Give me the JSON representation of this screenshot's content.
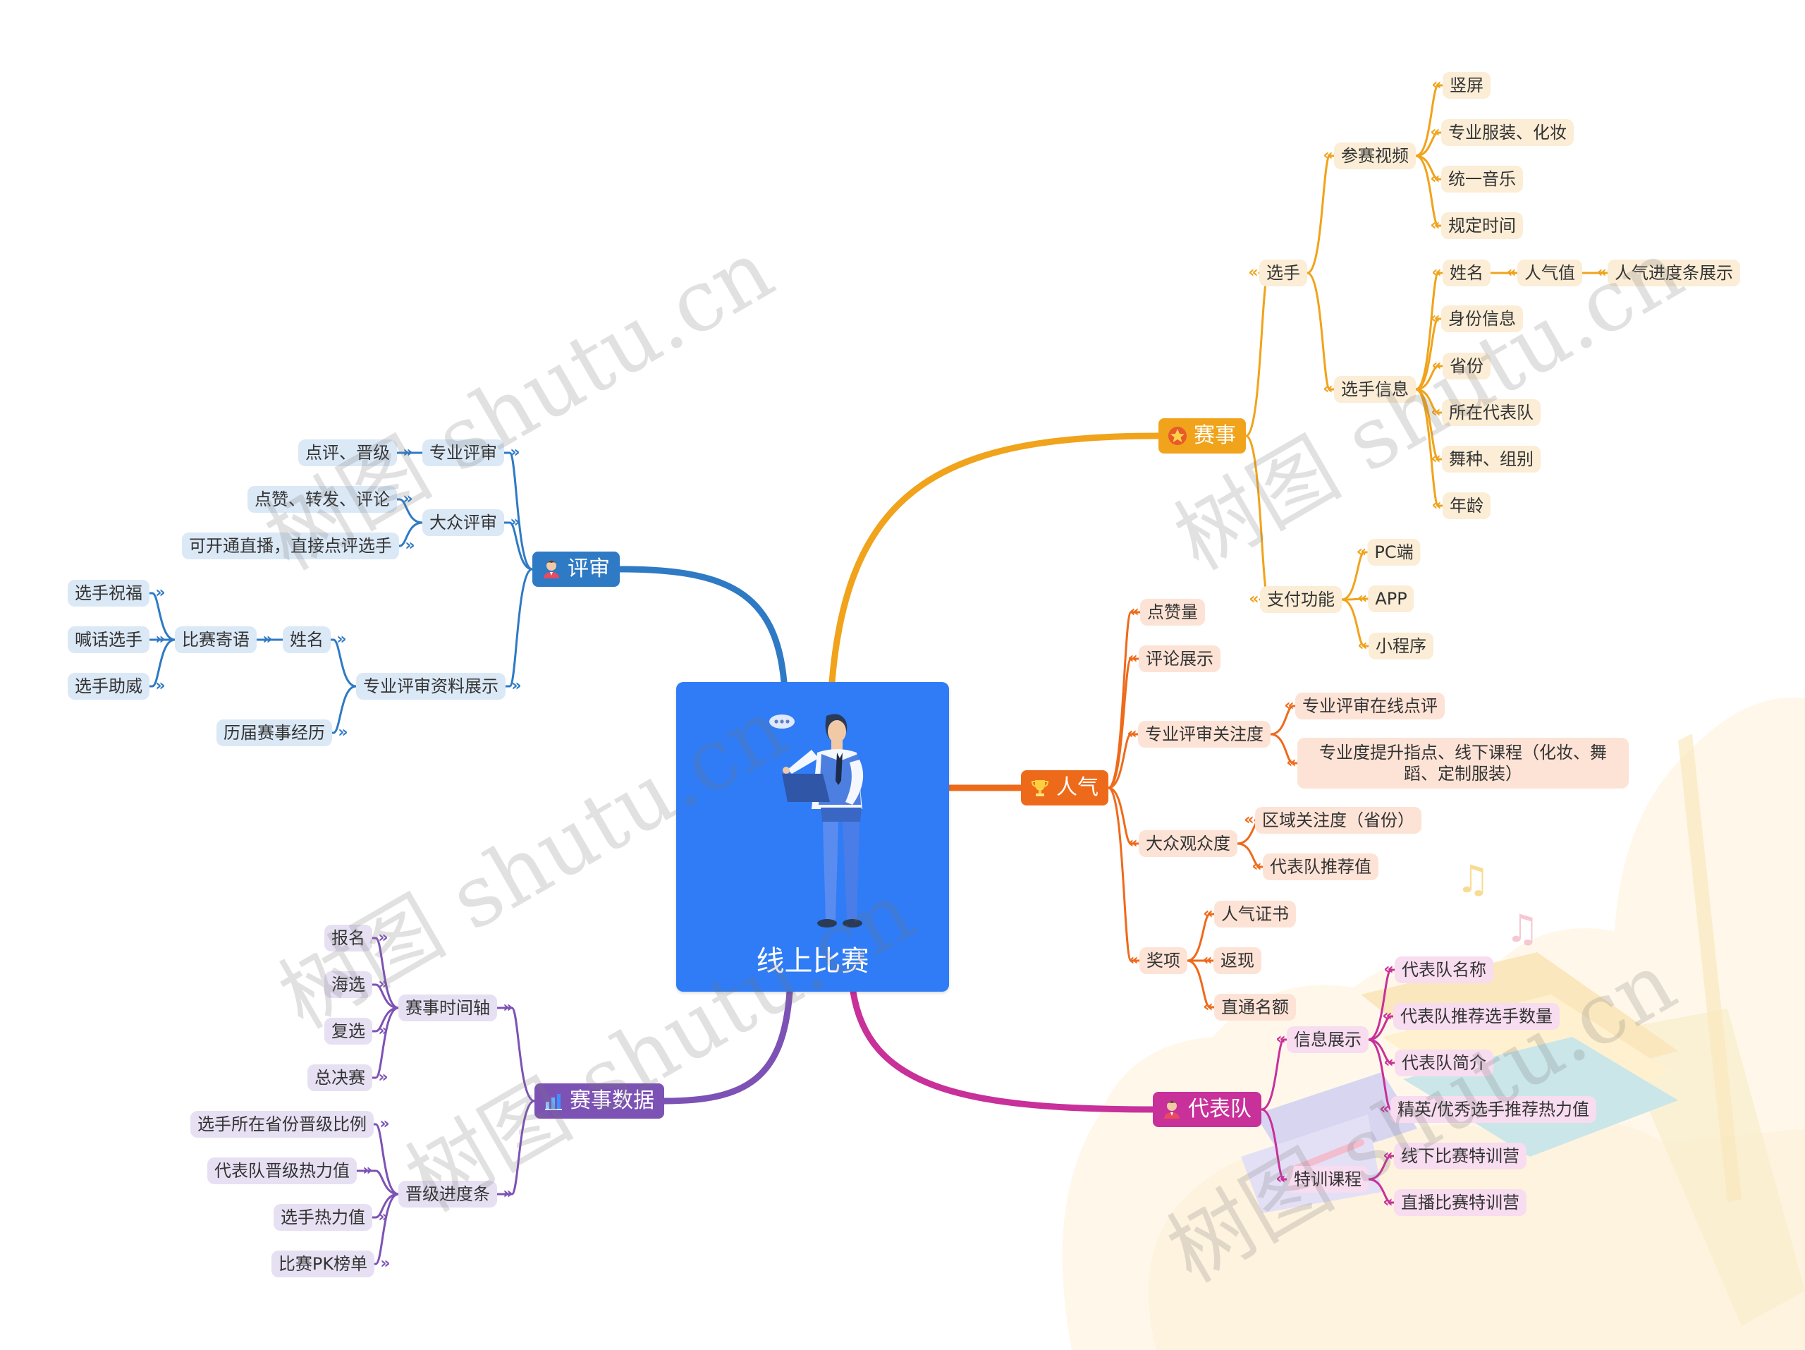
{
  "root": {
    "title": "线上比赛"
  },
  "colors": {
    "saishi": "#f0a31b",
    "renqi": "#ee6a1b",
    "pingshen": "#2f7ac4",
    "daibiaodui": "#c8309a",
    "shuju": "#7d52b5",
    "saishi_leaf": "#fbedd6",
    "renqi_leaf": "#fde3d6",
    "pingshen_leaf": "#dbe8f6",
    "daibiaodui_leaf": "#f8dcf0",
    "shuju_leaf": "#e7e0f3"
  },
  "branches": {
    "saishi": {
      "label": "赛事",
      "icon": "star-icon"
    },
    "renqi": {
      "label": "人气",
      "icon": "trophy-icon"
    },
    "pingshen": {
      "label": "评审",
      "icon": "person-icon"
    },
    "daibiaodui": {
      "label": "代表队",
      "icon": "person-icon"
    },
    "shuju": {
      "label": "赛事数据",
      "icon": "bar-chart-icon"
    }
  },
  "nodes": {
    "xuanshou": "选手",
    "cansai_shipin": "参赛视频",
    "shuping": "竖屏",
    "fuzhuang": "专业服装、化妆",
    "yinyue": "统一音乐",
    "shijian": "规定时间",
    "xuanshou_xinxi": "选手信息",
    "xingming": "姓名",
    "renqizhi": "人气值",
    "jindutiao": "人气进度条展示",
    "shenfen": "身份信息",
    "shengfen": "省份",
    "daibiaodui_suo": "所在代表队",
    "wuzhong": "舞种、组别",
    "nianling": "年龄",
    "zhifu": "支付功能",
    "pc": "PC端",
    "app": "APP",
    "xiaochengxu": "小程序",
    "dianzan": "点赞量",
    "pinglun": "评论展示",
    "zhuanye_guanzhu": "专业评审关注度",
    "zaixian_dianping": "专业评审在线点评",
    "tisheng": "专业度提升指点、线下课程（化妆、舞蹈、定制服装）",
    "dazhong_guanzhong": "大众观众度",
    "quyu": "区域关注度（省份）",
    "tuijianzhi": "代表队推荐值",
    "jiangxiang": "奖项",
    "zhengshu": "人气证书",
    "fanxian": "返现",
    "zhitong": "直通名额",
    "zhuanye_pingshen": "专业评审",
    "dianping_jinji": "点评、晋级",
    "dazhong_pingshen": "大众评审",
    "dianzan_zhuanfa": "点赞、转发、评论",
    "zhibo": "可开通直播，直接点评选手",
    "ziliao": "专业评审资料展示",
    "xingming2": "姓名",
    "jiyu": "比赛寄语",
    "zhufu": "选手祝福",
    "hanhua": "喊话选手",
    "zhuwei": "选手助威",
    "jingli": "历届赛事经历",
    "xinxi_zhanshi": "信息展示",
    "dbd_mingcheng": "代表队名称",
    "dbd_tuijian_shu": "代表队推荐选手数量",
    "dbd_jianjie": "代表队简介",
    "jingying": "精英/优秀选手推荐热力值",
    "texun": "特训课程",
    "xianxia_texun": "线下比赛特训营",
    "zhibo_texun": "直播比赛特训营",
    "shijianzhou": "赛事时间轴",
    "baoming": "报名",
    "haixuan": "海选",
    "fuxuan": "复选",
    "zongjuesai": "总决赛",
    "jinji_tiao": "晋级进度条",
    "bili": "选手所在省份晋级比例",
    "rezhi": "代表队晋级热力值",
    "xuanshou_re": "选手热力值",
    "pk": "比赛PK榜单"
  },
  "watermark": "树图 shutu.cn"
}
